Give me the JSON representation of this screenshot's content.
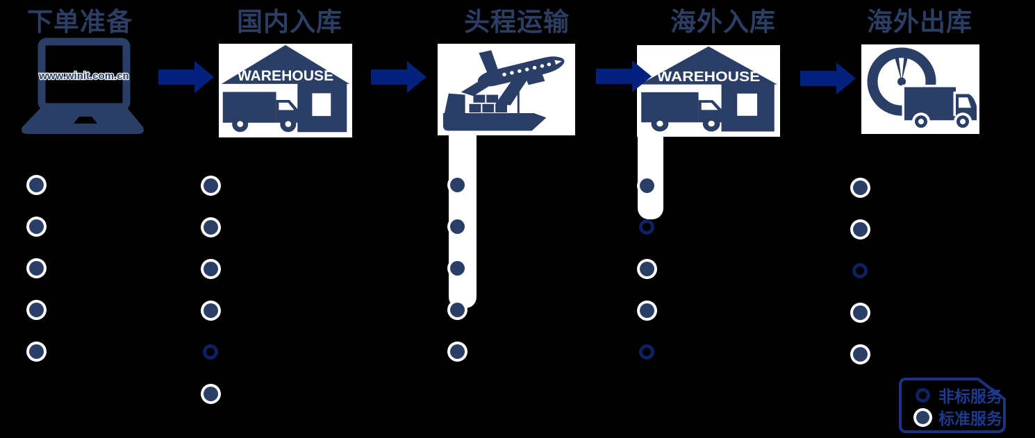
{
  "colors": {
    "background": "#000000",
    "icon_navy": "#2b3e66",
    "title_navy": "#2c3e63",
    "arrow_blue": "#03217d",
    "hollow_ring_navy": "#0e2160",
    "legend_blue": "#1e3a8c",
    "card_white": "#ffffff"
  },
  "stages": [
    {
      "title": "下单准备",
      "icon": "laptop-icon",
      "screen_text": "www.winit.com.cn",
      "bullets": [
        {
          "type": "standard"
        },
        {
          "type": "standard"
        },
        {
          "type": "standard"
        },
        {
          "type": "standard"
        },
        {
          "type": "standard"
        }
      ]
    },
    {
      "title": "国内入库",
      "icon": "warehouse-truck-icon",
      "icon_label": "WAREHOUSE",
      "bullets": [
        {
          "type": "standard"
        },
        {
          "type": "standard"
        },
        {
          "type": "standard"
        },
        {
          "type": "standard"
        },
        {
          "type": "nonstandard"
        },
        {
          "type": "standard"
        }
      ]
    },
    {
      "title": "头程运输",
      "icon": "plane-ship-icon",
      "bullets": [
        {
          "type": "standard"
        },
        {
          "type": "standard"
        },
        {
          "type": "standard"
        },
        {
          "type": "standard"
        },
        {
          "type": "standard"
        }
      ]
    },
    {
      "title": "海外入库",
      "icon": "warehouse-truck-icon",
      "icon_label": "WAREHOUSE",
      "bullets": [
        {
          "type": "standard"
        },
        {
          "type": "nonstandard"
        },
        {
          "type": "standard"
        },
        {
          "type": "standard"
        },
        {
          "type": "nonstandard"
        }
      ]
    },
    {
      "title": "海外出库",
      "icon": "clock-truck-icon",
      "bullets": [
        {
          "type": "standard"
        },
        {
          "type": "standard"
        },
        {
          "type": "nonstandard"
        },
        {
          "type": "standard"
        },
        {
          "type": "standard"
        }
      ]
    }
  ],
  "legend": {
    "items": [
      {
        "type": "nonstandard",
        "label": "非标服务"
      },
      {
        "type": "standard",
        "label": "标准服务"
      }
    ]
  }
}
